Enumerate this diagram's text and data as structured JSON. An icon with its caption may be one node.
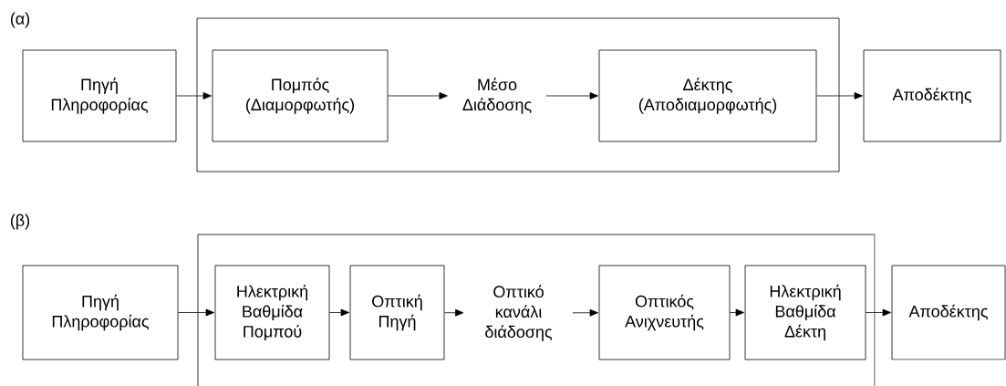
{
  "diagram": {
    "nodes": [
      {
        "text": [],
        "shape": "box"
      },
      {
        "text": [
          "Πηγή Πληροφορίας"
        ]
      },
      {
        "text": [
          "Πομπός (Διαμορφωτής)"
        ],
        "in": 0
      },
      {
        "text": [
          "Μέσο Διάδοσης"
        ],
        "in": 0
      },
      {
        "text": [
          "Δέκτης (Αποδιαμορφωτής)"
        ],
        "in": 0
      },
      {
        "text": [
          "Αποδέκτης"
        ]
      },
      {
        "text": [],
        "shape": "box"
      },
      {
        "text": [
          "Πηγή Πληροφορίας"
        ]
      },
      {
        "text": [
          "Ηλεκτρική Βαθμίδα Πομπού"
        ],
        "in": 6
      },
      {
        "text": [
          "Οπτική Πηγή"
        ],
        "in": 6
      },
      {
        "text": [
          "Οπτικό κανάλι διάδοσης"
        ],
        "in": 6
      },
      {
        "text": [
          "Οπτικός Ανιχνευτής"
        ],
        "in": 6
      },
      {
        "text": [
          "Ηλεκτρική Βαθμίδα Δέκτη"
        ],
        "in": 6
      },
      {
        "text": [
          "Αποδέκτης"
        ]
      }
    ],
    "edges": [
      {
        "from": 1,
        "to": 2,
        "arrow": "to"
      },
      {
        "from": 2,
        "to": 3,
        "arrow": "to"
      },
      {
        "from": 3,
        "to": 4,
        "arrow": "to"
      },
      {
        "from": 4,
        "to": 5,
        "arrow": "to"
      },
      {
        "from": 7,
        "to": 8,
        "arrow": "to"
      },
      {
        "from": 8,
        "to": 9,
        "arrow": "to"
      },
      {
        "from": 9,
        "to": 10,
        "arrow": "to"
      },
      {
        "from": 10,
        "to": 11,
        "arrow": "to"
      },
      {
        "from": 11,
        "to": 12,
        "arrow": "to"
      },
      {
        "from": 12,
        "to": 13,
        "arrow": "to"
      }
    ],
    "labels": [
      "(α)",
      "(β)"
    ]
  }
}
